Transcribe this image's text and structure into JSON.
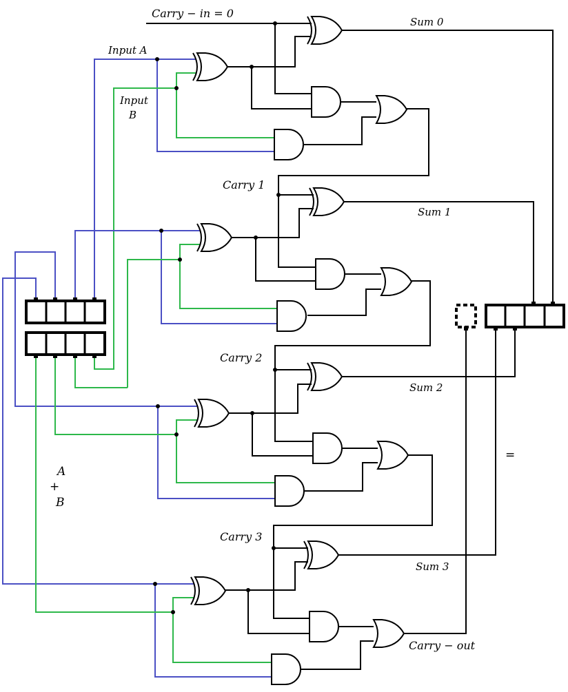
{
  "labels": {
    "carry_in": "Carry − in = 0",
    "input_a": "Input A",
    "input_b_line1": "Input",
    "input_b_line2": "B",
    "sum0": "Sum 0",
    "sum1": "Sum 1",
    "sum2": "Sum 2",
    "sum3": "Sum 3",
    "carry1": "Carry 1",
    "carry2": "Carry 2",
    "carry3": "Carry 3",
    "carry_out": "Carry − out",
    "a": "A",
    "plus": "+",
    "b": "B",
    "equals": "="
  },
  "colors": {
    "wire": "#000000",
    "input_a_wire": "#4a4fc4",
    "input_b_wire": "#2db84a"
  }
}
